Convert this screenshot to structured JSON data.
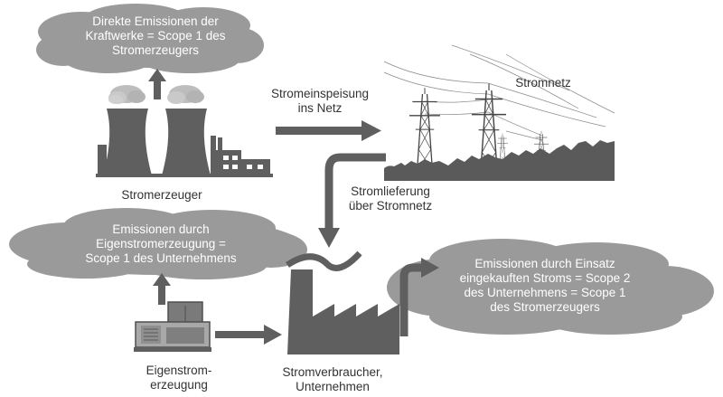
{
  "colors": {
    "cloud": "#9a9a9a",
    "dark_gray": "#5f5f5f",
    "label_text": "#333333",
    "cloud_text": "#ffffff"
  },
  "clouds": {
    "power_plant_emissions": [
      "Direkte Emissionen der",
      "Kraftwerke = Scope 1 des",
      "Stromerzeugers"
    ],
    "self_generation_emissions": [
      "Emissionen durch",
      "Eigenstromerzeugung =",
      "Scope 1 des Unternehmens"
    ],
    "purchased_power_emissions": [
      "Emissionen durch Einsatz",
      "eingekauften Stroms = Scope 2",
      "des Unternehmens = Scope 1",
      "des Stromerzeugers"
    ]
  },
  "labels": {
    "grid_feed": [
      "Stromeinspeisung",
      "ins Netz"
    ],
    "grid": "Stromnetz",
    "producer": "Stromerzeuger",
    "delivery": [
      "Stromlieferung",
      "über Stromnetz"
    ],
    "self_generation": [
      "Eigenstrom-",
      "erzeugung"
    ],
    "consumer": [
      "Stromverbraucher,",
      "Unternehmen"
    ]
  },
  "icons": [
    "cooling-tower-icon",
    "power-pylon-icon",
    "factory-icon",
    "generator-icon"
  ]
}
